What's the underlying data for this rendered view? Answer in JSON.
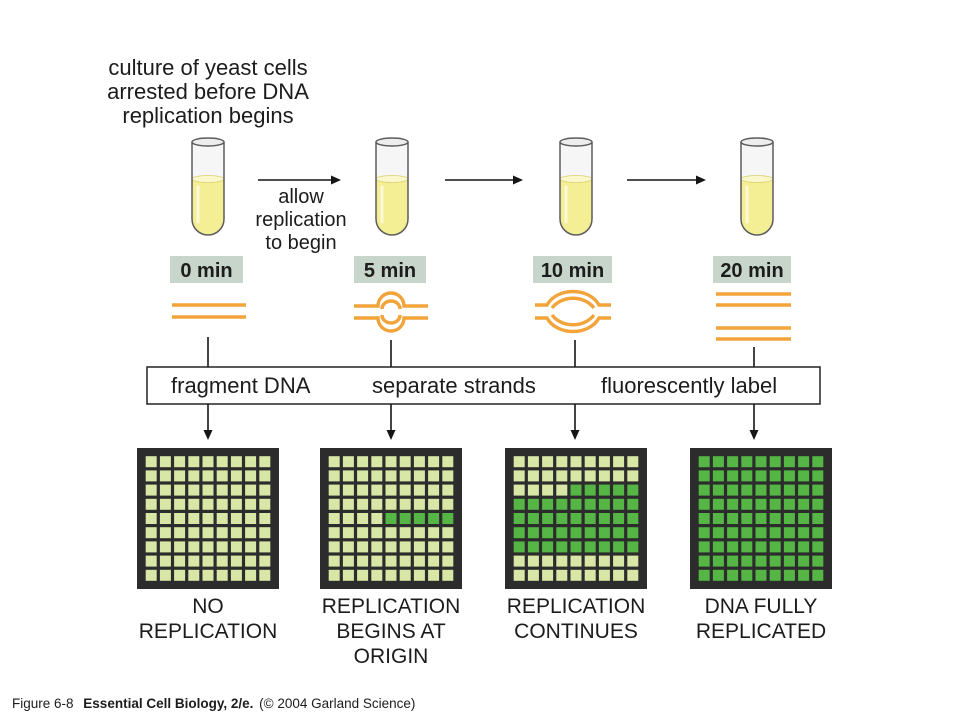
{
  "header": {
    "lines": [
      "culture of yeast cells",
      "arrested before DNA",
      "replication begins"
    ]
  },
  "arrow_note": {
    "lines": [
      "allow",
      "replication",
      "to begin"
    ]
  },
  "timepoints": [
    {
      "label": "0 min"
    },
    {
      "label": "5 min"
    },
    {
      "label": "10 min"
    },
    {
      "label": "20 min"
    }
  ],
  "process_box": {
    "steps": [
      "fragment DNA",
      "separate strands",
      "fluorescently label"
    ]
  },
  "results": [
    {
      "label_lines": [
        "NO",
        "REPLICATION"
      ],
      "spots": [
        [
          0,
          0,
          0,
          0,
          0,
          0,
          0,
          0,
          0
        ],
        [
          0,
          0,
          0,
          0,
          0,
          0,
          0,
          0,
          0
        ],
        [
          0,
          0,
          0,
          0,
          0,
          0,
          0,
          0,
          0
        ],
        [
          0,
          0,
          0,
          0,
          0,
          0,
          0,
          0,
          0
        ],
        [
          0,
          0,
          0,
          0,
          0,
          0,
          0,
          0,
          0
        ],
        [
          0,
          0,
          0,
          0,
          0,
          0,
          0,
          0,
          0
        ],
        [
          0,
          0,
          0,
          0,
          0,
          0,
          0,
          0,
          0
        ],
        [
          0,
          0,
          0,
          0,
          0,
          0,
          0,
          0,
          0
        ],
        [
          0,
          0,
          0,
          0,
          0,
          0,
          0,
          0,
          0
        ]
      ]
    },
    {
      "label_lines": [
        "REPLICATION",
        "BEGINS AT",
        "ORIGIN"
      ],
      "spots": [
        [
          0,
          0,
          0,
          0,
          0,
          0,
          0,
          0,
          0
        ],
        [
          0,
          0,
          0,
          0,
          0,
          0,
          0,
          0,
          0
        ],
        [
          0,
          0,
          0,
          0,
          0,
          0,
          0,
          0,
          0
        ],
        [
          0,
          0,
          0,
          0,
          0,
          0,
          0,
          0,
          0
        ],
        [
          0,
          0,
          0,
          0,
          1,
          1,
          1,
          1,
          1
        ],
        [
          0,
          0,
          0,
          0,
          0,
          0,
          0,
          0,
          0
        ],
        [
          0,
          0,
          0,
          0,
          0,
          0,
          0,
          0,
          0
        ],
        [
          0,
          0,
          0,
          0,
          0,
          0,
          0,
          0,
          0
        ],
        [
          0,
          0,
          0,
          0,
          0,
          0,
          0,
          0,
          0
        ]
      ]
    },
    {
      "label_lines": [
        "REPLICATION",
        "CONTINUES"
      ],
      "spots": [
        [
          0,
          0,
          0,
          0,
          0,
          0,
          0,
          0,
          0
        ],
        [
          0,
          0,
          0,
          0,
          0,
          0,
          0,
          0,
          0
        ],
        [
          0,
          0,
          0,
          0,
          1,
          1,
          1,
          1,
          1
        ],
        [
          1,
          1,
          1,
          1,
          1,
          1,
          1,
          1,
          1
        ],
        [
          1,
          1,
          1,
          1,
          1,
          1,
          1,
          1,
          1
        ],
        [
          1,
          1,
          1,
          1,
          1,
          1,
          1,
          1,
          1
        ],
        [
          1,
          1,
          1,
          1,
          1,
          1,
          1,
          1,
          1
        ],
        [
          0,
          0,
          0,
          0,
          0,
          0,
          0,
          0,
          0
        ],
        [
          0,
          0,
          0,
          0,
          0,
          0,
          0,
          0,
          0
        ]
      ]
    },
    {
      "label_lines": [
        "DNA FULLY",
        "REPLICATED"
      ],
      "spots": [
        [
          1,
          1,
          1,
          1,
          1,
          1,
          1,
          1,
          1
        ],
        [
          1,
          1,
          1,
          1,
          1,
          1,
          1,
          1,
          1
        ],
        [
          1,
          1,
          1,
          1,
          1,
          1,
          1,
          1,
          1
        ],
        [
          1,
          1,
          1,
          1,
          1,
          1,
          1,
          1,
          1
        ],
        [
          1,
          1,
          1,
          1,
          1,
          1,
          1,
          1,
          1
        ],
        [
          1,
          1,
          1,
          1,
          1,
          1,
          1,
          1,
          1
        ],
        [
          1,
          1,
          1,
          1,
          1,
          1,
          1,
          1,
          1
        ],
        [
          1,
          1,
          1,
          1,
          1,
          1,
          1,
          1,
          1
        ],
        [
          1,
          1,
          1,
          1,
          1,
          1,
          1,
          1,
          1
        ]
      ]
    }
  ],
  "caption": {
    "figure_number": "Figure 6-8",
    "title": "Essential Cell Biology, 2/e.",
    "credit": "(© 2004 Garland Science)"
  },
  "colors": {
    "dna": "#f2a33a",
    "time_label_bg": "#c8d5cb",
    "culture_medium": "#f4ee94",
    "array_background": "#2c2c2c",
    "spot_unlabeled": "#d9e7a6",
    "spot_labeled": "#55b646"
  }
}
